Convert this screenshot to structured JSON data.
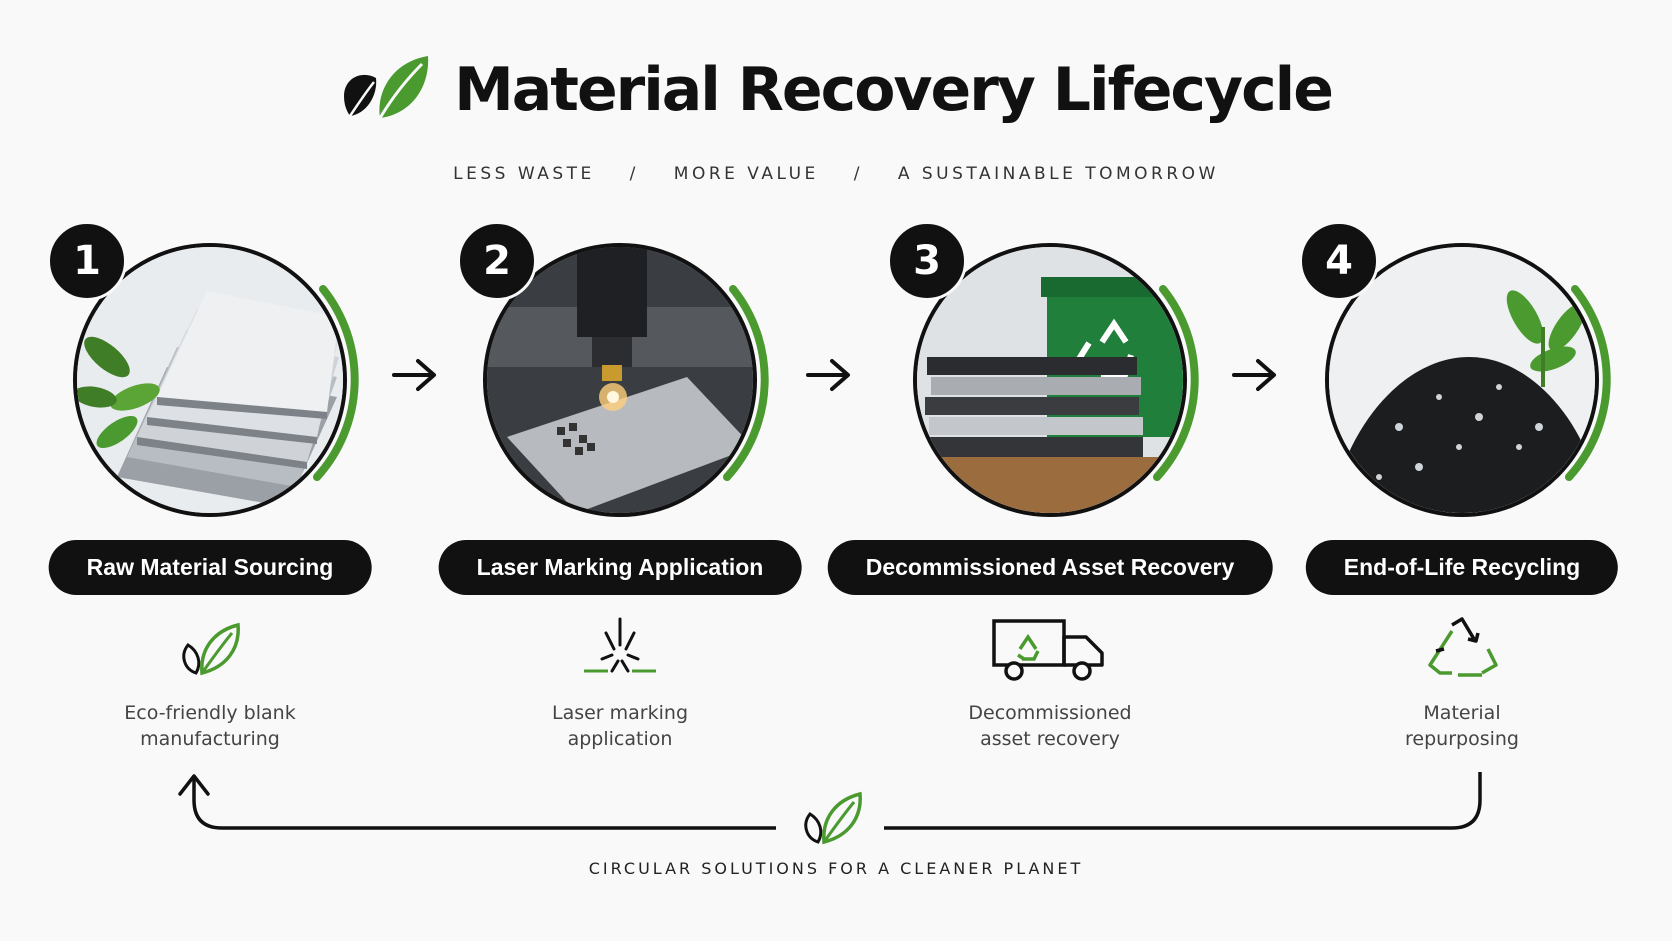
{
  "header": {
    "title": "Material Recovery Lifecycle",
    "tagline": [
      "LESS WASTE",
      "MORE VALUE",
      "A SUSTAINABLE TOMORROW"
    ],
    "separator": "/"
  },
  "steps": [
    {
      "number": "1",
      "label": "Raw Material Sourcing",
      "caption_line1": "Eco-friendly blank",
      "caption_line2": "manufacturing",
      "icon": "leaf-icon"
    },
    {
      "number": "2",
      "label": "Laser Marking Application",
      "caption_line1": "Laser marking",
      "caption_line2": "application",
      "icon": "laser-burst-icon"
    },
    {
      "number": "3",
      "label": "Decommissioned Asset Recovery",
      "caption_line1": "Decommissioned",
      "caption_line2": "asset recovery",
      "icon": "recycling-truck-icon"
    },
    {
      "number": "4",
      "label": "End-of-Life Recycling",
      "caption_line1": "Material",
      "caption_line2": "repurposing",
      "icon": "recycle-arrows-icon"
    }
  ],
  "footer": "CIRCULAR SOLUTIONS FOR A CLEANER PLANET",
  "colors": {
    "accent_green": "#4b9a2f",
    "dark": "#111111",
    "background": "#f9f9f9"
  }
}
